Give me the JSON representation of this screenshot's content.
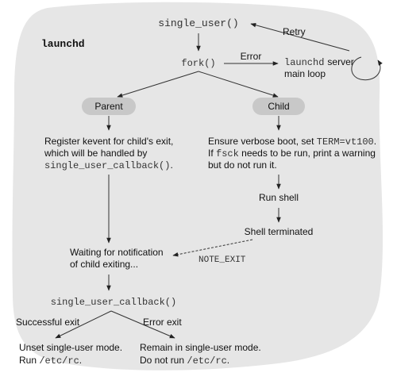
{
  "blob": {
    "fill": "#e6e6e6"
  },
  "title": "launchd",
  "nodes": {
    "single_user": "single_user()",
    "fork": "fork()",
    "error_label": "Error",
    "retry_label": "Retry",
    "server_loop": {
      "code": "launchd",
      "line1_rest": "server",
      "line2": "main loop"
    },
    "parent": "Parent",
    "child": "Child",
    "parent_desc": {
      "line1": "Register kevent for child's exit,",
      "line2": "which will be handled by",
      "line3": "single_user_callback()",
      "line3_suffix": "."
    },
    "child_desc": {
      "line1_prefix": "Ensure verbose boot, set ",
      "line1_code": "TERM=vt100",
      "line1_suffix": ".",
      "line2_prefix": "If ",
      "line2_code": "fsck",
      "line2_suffix": " needs to be run, print a warning",
      "line3": "but do not run it."
    },
    "run_shell": "Run shell",
    "shell_terminated": "Shell terminated",
    "note_exit": "NOTE_EXIT",
    "waiting": {
      "line1": "Waiting for notification",
      "line2": "of child exiting..."
    },
    "callback": "single_user_callback()",
    "success_label": "Successful exit",
    "error_exit_label": "Error exit",
    "success_desc": {
      "line1": "Unset single-user mode.",
      "line2_prefix": "Run ",
      "line2_code": "/etc/rc",
      "line2_suffix": "."
    },
    "error_desc": {
      "line1": "Remain in single-user mode.",
      "line2_prefix": "Do not run ",
      "line2_code": "/etc/rc",
      "line2_suffix": "."
    }
  },
  "pill_fill": "#c8c8c8"
}
